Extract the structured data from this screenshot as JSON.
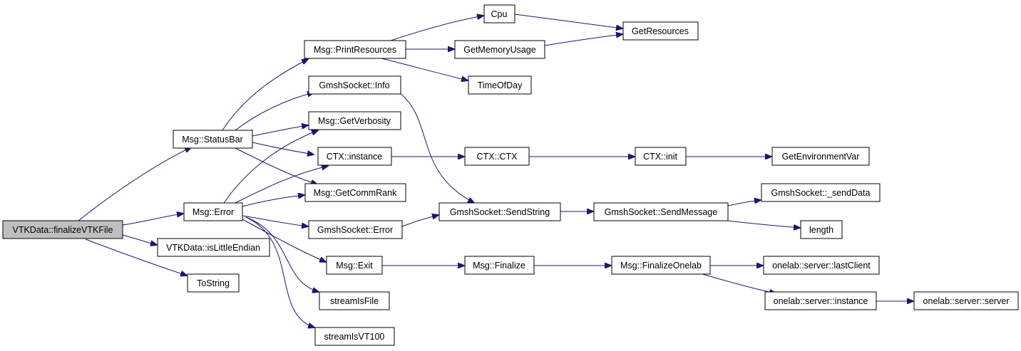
{
  "colors": {
    "edge": "#191970",
    "root_fill": "#bfbfbf",
    "node_fill": "#ffffff",
    "node_stroke": "#000000"
  },
  "nodes": {
    "finalize": "VTKData::finalizeVTKFile",
    "statusbar": "Msg::StatusBar",
    "error": "Msg::Error",
    "islittle": "VTKData::isLittleEndian",
    "tostring": "ToString",
    "printres": "Msg::PrintResources",
    "sockinfo": "GmshSocket::Info",
    "getverb": "Msg::GetVerbosity",
    "ctxinst": "CTX::instance",
    "getcomm": "Msg::GetCommRank",
    "sockerror": "GmshSocket::Error",
    "msgexit": "Msg::Exit",
    "streamfile": "streamIsFile",
    "streamvt": "streamIsVT100",
    "cpu": "Cpu",
    "getmem": "GetMemoryUsage",
    "timeofday": "TimeOfDay",
    "getres": "GetResources",
    "ctxctx": "CTX::CTX",
    "ctxinit": "CTX::init",
    "getenv": "GetEnvironmentVar",
    "sendstring": "GmshSocket::SendString",
    "sendmessage": "GmshSocket::SendMessage",
    "senddata": "GmshSocket::_sendData",
    "length": "length",
    "finalize2": "Msg::Finalize",
    "finonelab": "Msg::FinalizeOnelab",
    "lastclient": "onelab::server::lastClient",
    "srvinstance": "onelab::server::instance",
    "srvserver": "onelab::server::server"
  }
}
